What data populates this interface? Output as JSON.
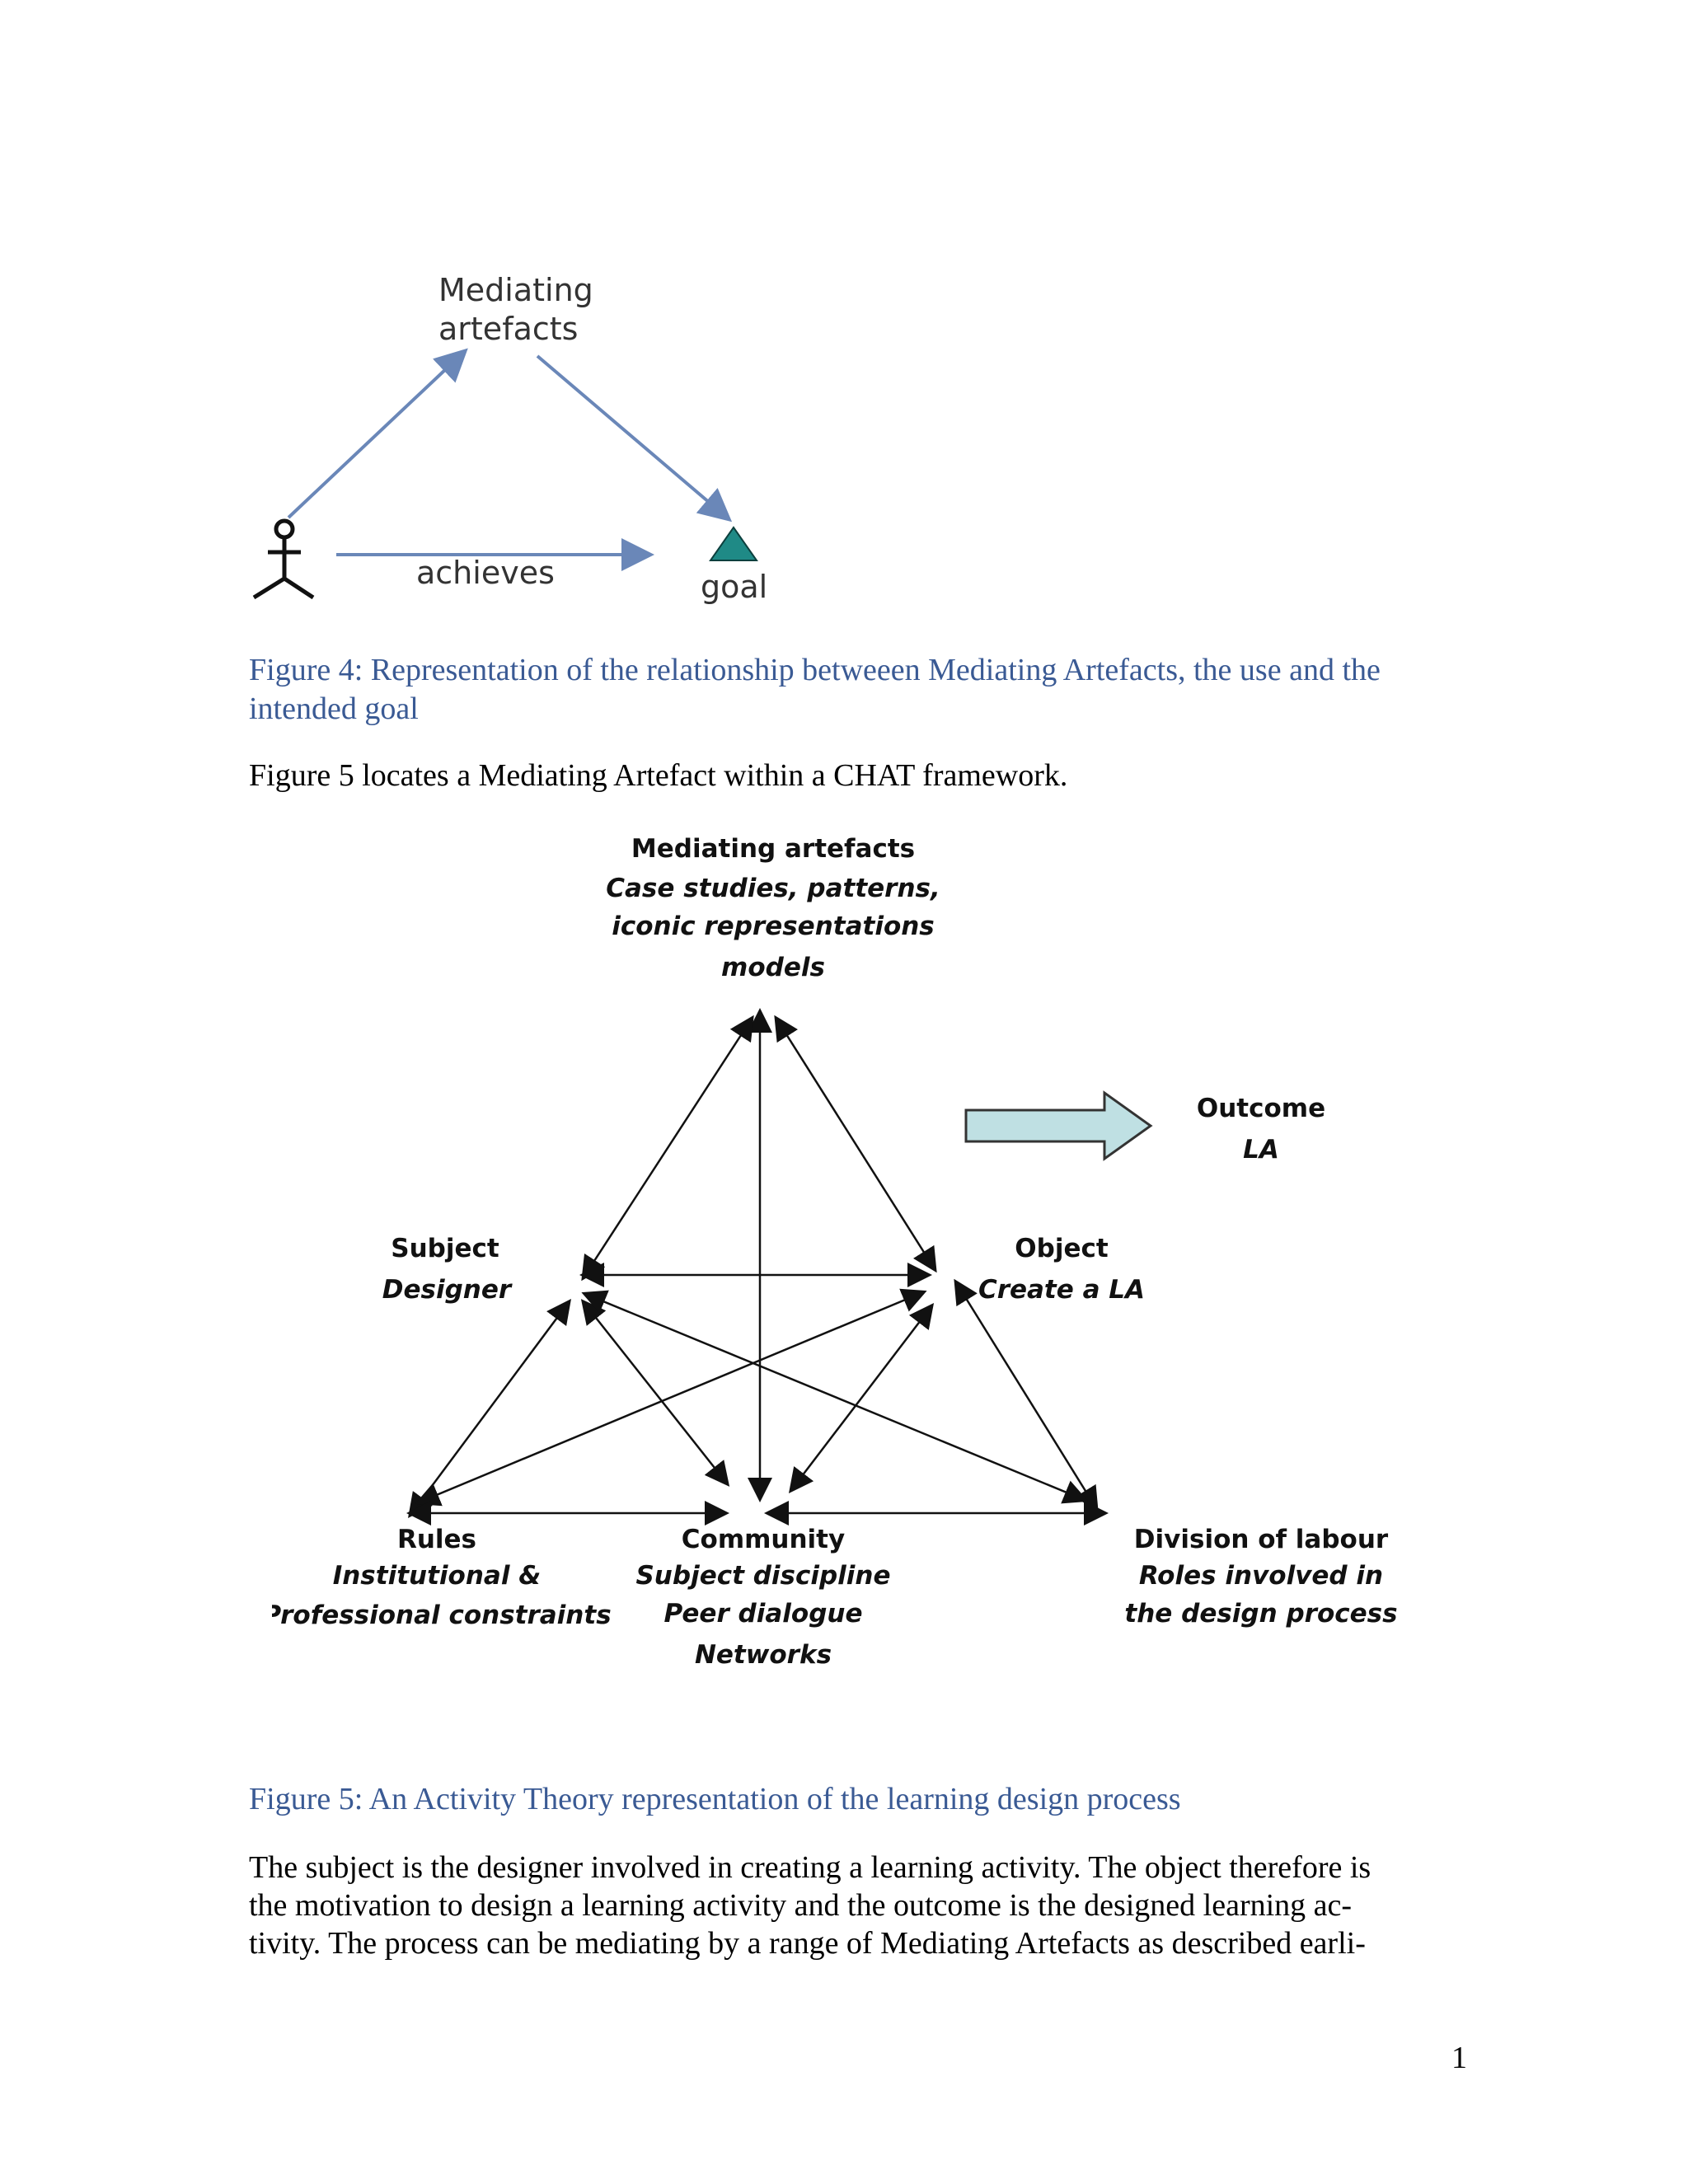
{
  "figure4": {
    "top_label_line1": "Mediating",
    "top_label_line2": "artefacts",
    "arrow_label": "achieves",
    "goal_label": "goal",
    "caption": "Figure 4: Representation of the relationship betweeen Mediating Artefacts, the use and the intended goal"
  },
  "intro_sentence": "Figure 5 locates a Mediating Artefact within a CHAT framework.",
  "figure5": {
    "mediating": {
      "title": "Mediating artefacts",
      "lines": [
        "Case studies, patterns,",
        "iconic representations",
        "models"
      ]
    },
    "outcome": {
      "title": "Outcome",
      "value": "LA"
    },
    "subject": {
      "title": "Subject",
      "value": "Designer"
    },
    "object": {
      "title": "Object",
      "value": "Create a LA"
    },
    "rules": {
      "title": "Rules",
      "lines": [
        "Institutional &",
        "Professional constraints"
      ]
    },
    "community": {
      "title": "Community",
      "lines": [
        "Subject discipline",
        "Peer dialogue",
        "Networks"
      ]
    },
    "division": {
      "title": "Division of labour",
      "lines": [
        "Roles involved in",
        "the design process"
      ]
    },
    "caption": "Figure 5: An Activity Theory representation of the learning design process"
  },
  "body_lines": [
    "The subject is the designer involved in creating a learning activity. The object therefore is",
    "the motivation to design a learning activity and the outcome is the designed learning ac-",
    "tivity. The process can be mediating by a range of Mediating Artefacts as described earli-"
  ],
  "page_number": "1",
  "colors": {
    "caption": "#3a5a94",
    "arrow_blue": "#6a87b8",
    "goal_teal": "#1f8a86",
    "outcome_arrow_fill": "#bfe0e3"
  }
}
